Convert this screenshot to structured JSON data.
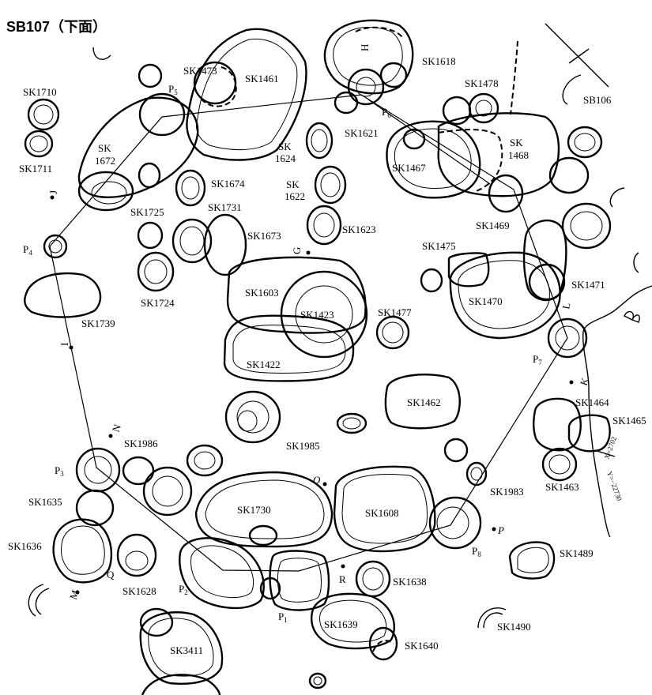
{
  "title": "SB107（下面）",
  "neighbor_building": "SB106",
  "pits": {
    "sk1473": "SK1473",
    "sk1461": "SK1461",
    "sk1618": "SK1618",
    "sk1478": "SK1478",
    "sk1710": "SK1710",
    "sk1711": "SK1711",
    "sk1672": "SK\n1672",
    "sk1624": "SK\n1624",
    "sk1621": "SK1621",
    "sk1467": "SK1467",
    "sk1468": "SK\n1468",
    "sk1674": "SK1674",
    "sk1622": "SK\n1622",
    "sk1725": "SK1725",
    "sk1731": "SK1731",
    "sk1623": "SK1623",
    "sk1673": "SK1673",
    "sk1469": "SK1469",
    "sk1475": "SK1475",
    "sk1724": "SK1724",
    "sk1603": "SK1603",
    "sk1423": "SK1423",
    "sk1470": "SK1470",
    "sk1471": "SK1471",
    "sk1739": "SK1739",
    "sk1477": "SK1477",
    "sk1422": "SK1422",
    "sk1462": "SK1462",
    "sk1464": "SK1464",
    "sk1465": "SK1465",
    "sk1986": "SK1986",
    "sk1985": "SK1985",
    "sk1983": "SK1983",
    "sk1463": "SK1463",
    "sk1635": "SK1635",
    "sk1730": "SK1730",
    "sk1608": "SK1608",
    "sk1636": "SK1636",
    "sk1489": "SK1489",
    "sk1628": "SK1628",
    "sk1638": "SK1638",
    "sk1639": "SK1639",
    "sk1490": "SK1490",
    "sk1640": "SK1640",
    "sk3411": "SK3411"
  },
  "posts": {
    "p1": "P1",
    "p2": "P2",
    "p3": "P3",
    "p4": "P4",
    "p5": "P5",
    "p6": "P6",
    "p7": "P7",
    "p8": "P8"
  },
  "points": {
    "h": "H",
    "j": "J",
    "g": "G",
    "i": "I",
    "l": "L",
    "k": "K",
    "n": "N",
    "o": "O",
    "p": "P",
    "q": "Q",
    "r": "R",
    "m": "M"
  },
  "grid": {
    "x": "X=2702",
    "y": "Y=−22730"
  }
}
